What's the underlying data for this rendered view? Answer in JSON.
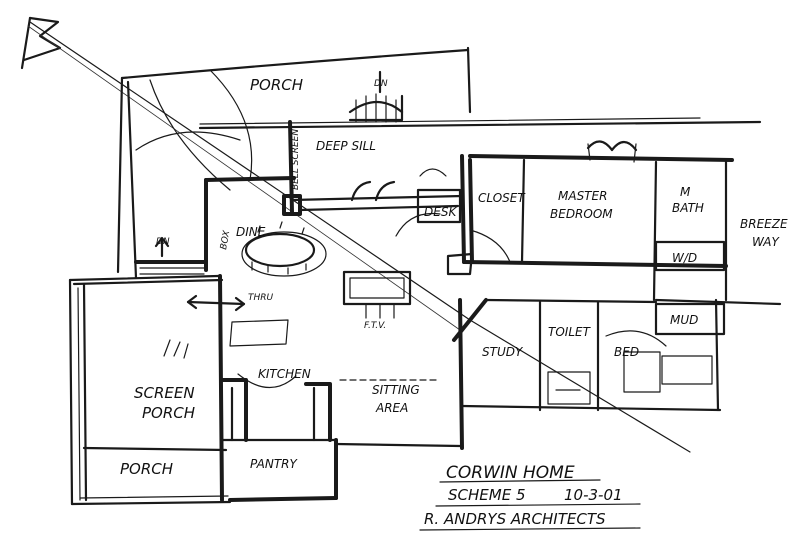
{
  "labels": {
    "porch_top": "PORCH",
    "dn_top": "DN",
    "deep_sill": "DEEP SILL",
    "bell_screen": "BELL SCREEN",
    "closet": "CLOSET",
    "master_bedroom_1": "MASTER",
    "master_bedroom_2": "BEDROOM",
    "m_bath_1": "M",
    "m_bath_2": "BATH",
    "breezeway_1": "BREEZE",
    "breezeway_2": "WAY",
    "desk": "DESK",
    "dine": "DINE",
    "box": "BOX",
    "dn_left": "DN",
    "wd": "W/D",
    "mud": "MUD",
    "pass_thru": "THRU",
    "ftv": "F.T.V.",
    "study": "STUDY",
    "toilet": "TOILET",
    "bed": "BED",
    "screen_porch_1": "SCREEN",
    "screen_porch_2": "PORCH",
    "kitchen": "KITCHEN",
    "sitting_area_1": "SITTING",
    "sitting_area_2": "AREA",
    "porch_bottom": "PORCH",
    "pantry": "PANTRY"
  },
  "title_block": {
    "project": "CORWIN HOME",
    "scheme": "SCHEME 5",
    "date": "10-3-01",
    "firm": "R. ANDRYS ARCHITECTS"
  }
}
